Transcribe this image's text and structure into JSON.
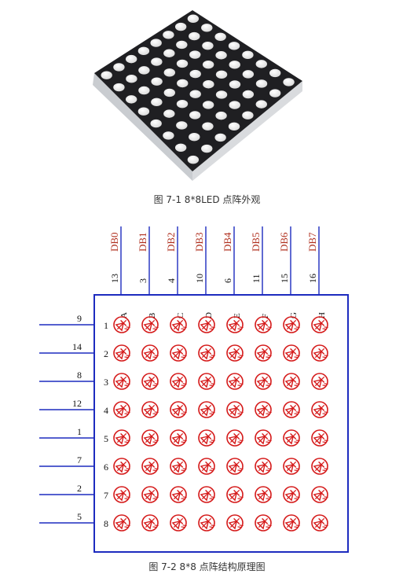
{
  "figure1": {
    "caption": "图 7-1  8*8LED 点阵外观"
  },
  "figure2": {
    "caption": "图 7-2  8*8 点阵结构原理图",
    "data_bus": [
      "DB0",
      "DB1",
      "DB2",
      "DB3",
      "DB4",
      "DB5",
      "DB6",
      "DB7"
    ],
    "column_pins": [
      "13",
      "3",
      "4",
      "10",
      "6",
      "11",
      "15",
      "16"
    ],
    "column_letters": [
      "A",
      "B",
      "C",
      "D",
      "E",
      "F",
      "G",
      "H"
    ],
    "row_pins": [
      "9",
      "14",
      "8",
      "12",
      "1",
      "7",
      "2",
      "5"
    ],
    "row_numbers": [
      "1",
      "2",
      "3",
      "4",
      "5",
      "6",
      "7",
      "8"
    ],
    "colors": {
      "frame": "#1d2bbf",
      "led": "#d51a1a",
      "label": "#b0301f",
      "lines": "#1d2bbf"
    }
  }
}
